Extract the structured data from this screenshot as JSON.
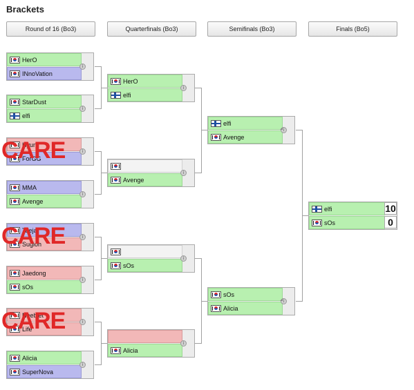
{
  "title": "Brackets",
  "rounds": [
    "Round of 16 (Bo3)",
    "Quarterfinals (Bo3)",
    "Semifinals (Bo3)",
    "Finals (Bo5)"
  ],
  "overlay_text": "CARE",
  "r16": [
    {
      "p1": "HerO",
      "p2": "INnoVation"
    },
    {
      "p1": "StarDust",
      "p2": "elfi"
    },
    {
      "p1": "Hyun",
      "p2": "ForGG"
    },
    {
      "p1": "MMA",
      "p2": "Avenge"
    },
    {
      "p1": "Taeja",
      "p2": "Sugioh"
    },
    {
      "p1": "Jaedong",
      "p2": "sOs"
    },
    {
      "p1": "Neeblet",
      "p2": "Life"
    },
    {
      "p1": "Alicia",
      "p2": "SuperNova"
    }
  ],
  "qf": [
    {
      "p1": "HerO",
      "p2": "elfi"
    },
    {
      "p1": "",
      "p2": "Avenge"
    },
    {
      "p1": "",
      "p2": "sOs"
    },
    {
      "p1": "",
      "p2": "Alicia"
    }
  ],
  "sf": [
    {
      "p1": "elfi",
      "p2": "Avenge"
    },
    {
      "p1": "sOs",
      "p2": "Alicia"
    }
  ],
  "final": {
    "p1": "elfi",
    "p2": "sOs",
    "s1": "10",
    "s2": "0"
  },
  "info_glyph": "i"
}
